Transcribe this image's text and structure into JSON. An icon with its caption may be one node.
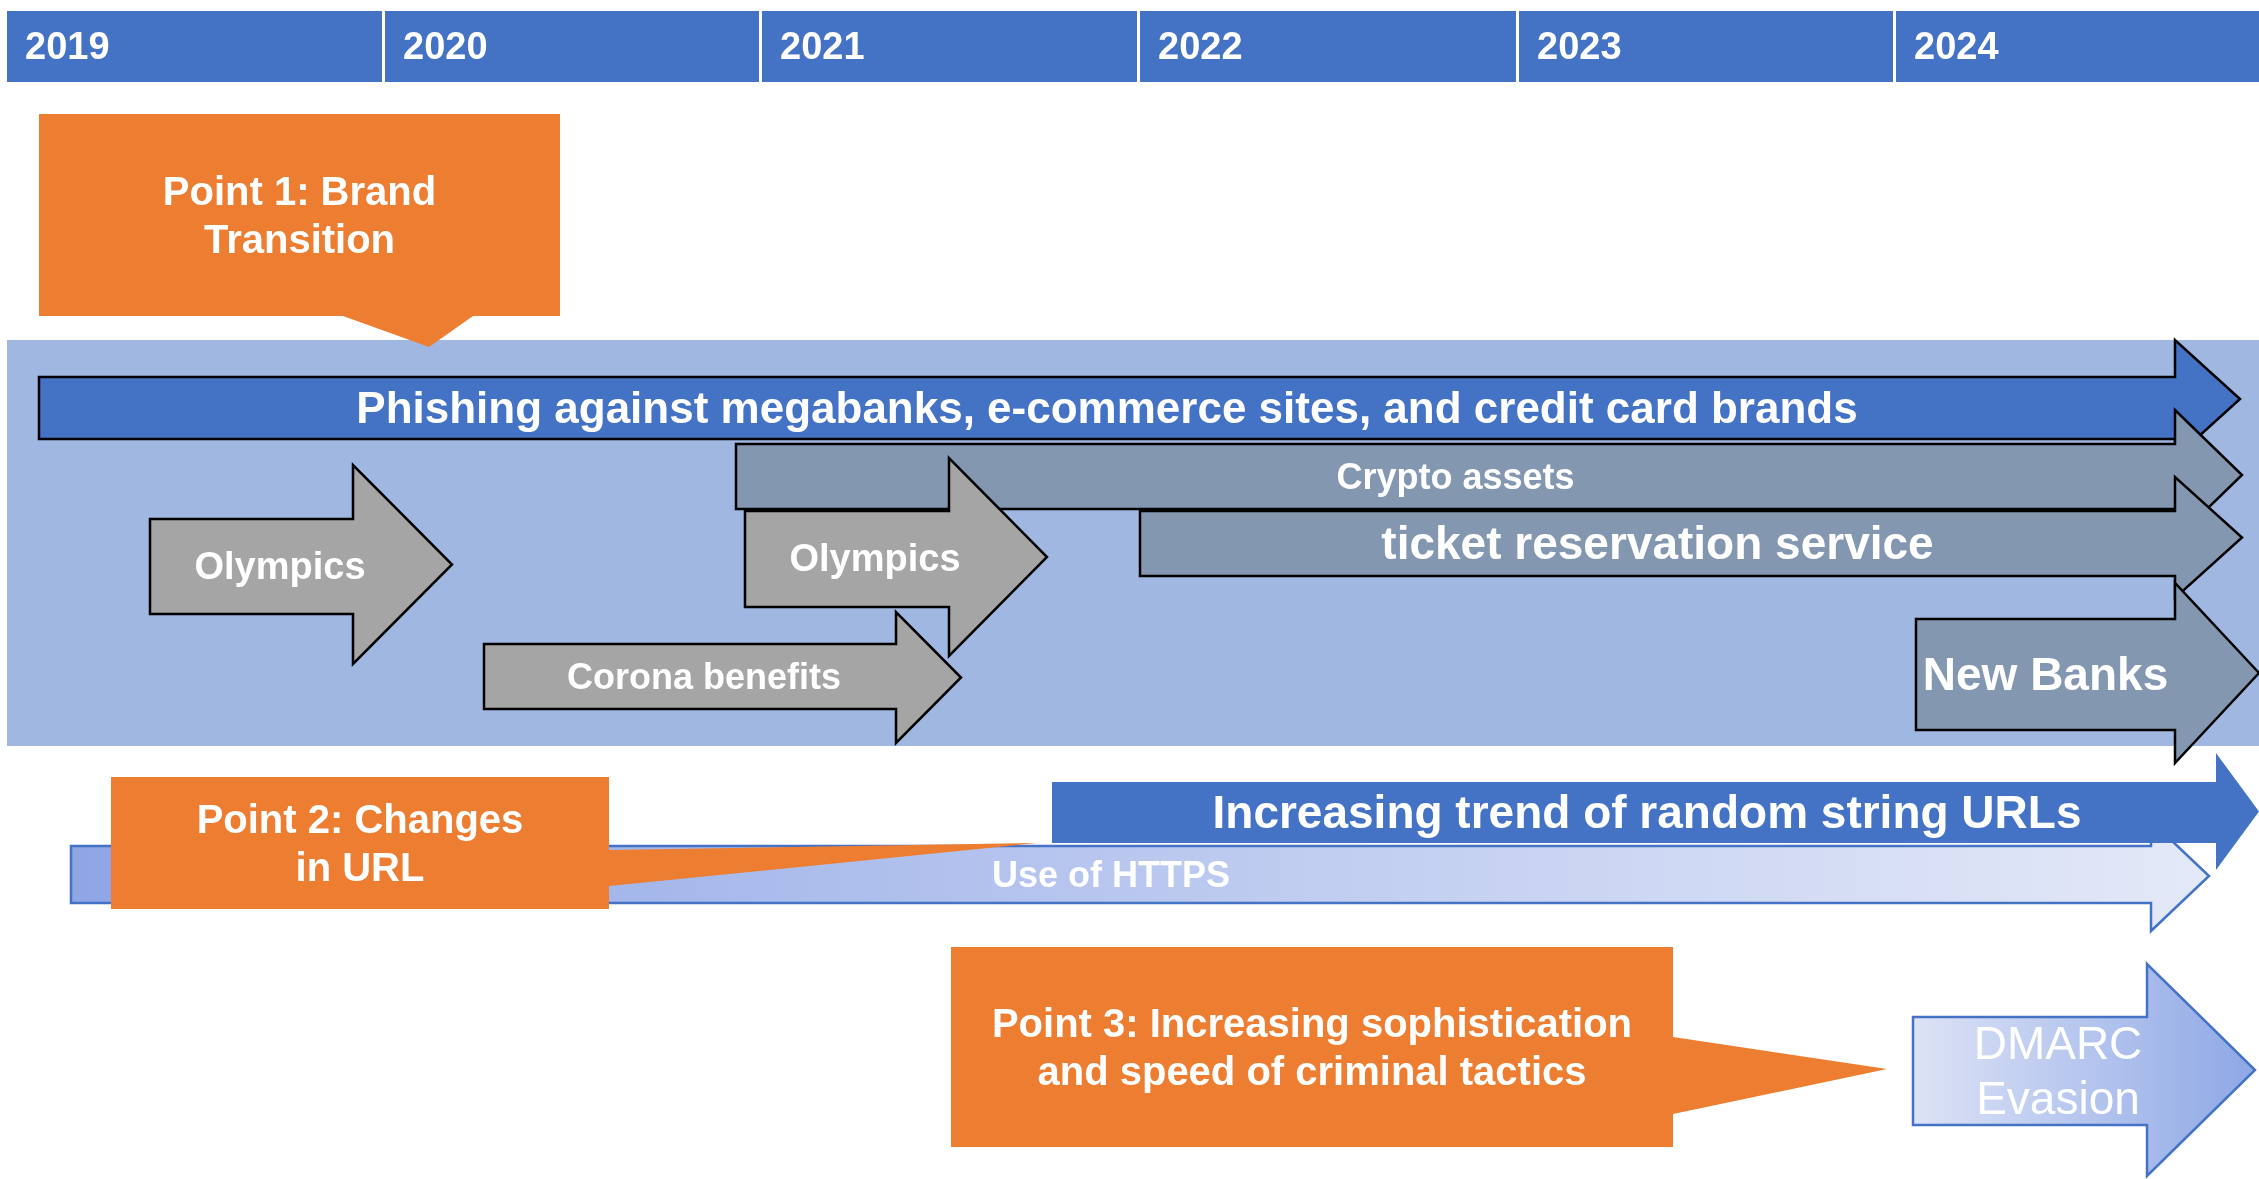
{
  "diagram": {
    "nodes": [
      {
        "text": [
          "2019"
        ]
      },
      {
        "text": [
          "2020"
        ]
      },
      {
        "text": [
          "2021"
        ]
      },
      {
        "text": [
          "2022"
        ]
      },
      {
        "text": [
          "2023"
        ]
      },
      {
        "text": [
          "2024"
        ]
      },
      {
        "text": [
          "Point 1: Brand Transition"
        ]
      },
      {
        "text": [],
        "shape": "box"
      },
      {
        "text": [
          "Phishing against megabanks, e-commerce sites, and credit card brands"
        ],
        "in": 7
      },
      {
        "text": [
          "Olympics"
        ],
        "in": 7
      },
      {
        "text": [
          "Crypto assets"
        ],
        "in": 7
      },
      {
        "text": [
          "Olympics"
        ],
        "in": 7
      },
      {
        "text": [
          "ticket reservation service"
        ],
        "in": 7
      },
      {
        "text": [
          "Corona benefits"
        ],
        "in": 7
      },
      {
        "text": [
          "New Banks"
        ],
        "in": 7
      },
      {
        "text": [
          "Point 2: Changes in URL"
        ]
      },
      {
        "text": [
          "Increasing trend of random string URLs"
        ]
      },
      {
        "text": [
          "Use of HTTPS"
        ]
      },
      {
        "text": [
          "Point 3: Increasing sophistication and speed of criminal tactics"
        ]
      },
      {
        "text": [
          "DMARC Evasion"
        ]
      }
    ]
  }
}
